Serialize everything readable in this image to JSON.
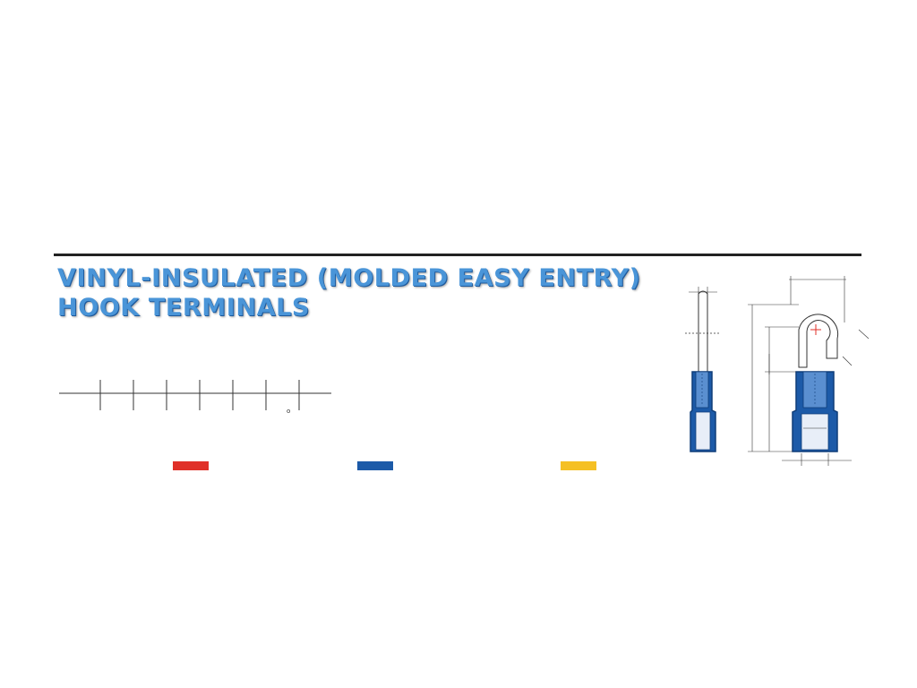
{
  "heading": {
    "line1": "VINYL-INSULATED (MOLDED EASY ENTRY)",
    "line2": "HOOK TERMINALS"
  },
  "ruler": {
    "mark": "o"
  },
  "color_codes": [
    {
      "name": "red",
      "color": "#e03028"
    },
    {
      "name": "blue",
      "color": "#1c5aa8"
    },
    {
      "name": "yellow",
      "color": "#f5c024"
    }
  ],
  "colors": {
    "title": "#4a95d8",
    "insulator": "#1c5aa8",
    "insulator_edge": "#0f3d78",
    "line": "#333333",
    "center_mark": "#e03028"
  }
}
